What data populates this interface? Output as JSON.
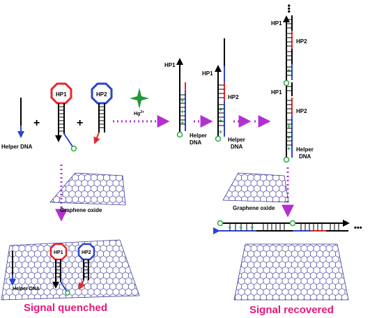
{
  "labels": {
    "helper_dna": "Helper DNA",
    "hp1": "HP1",
    "hp2": "HP2",
    "hg_base": "Hg",
    "hg_sup": "2+",
    "helper_line1": "Helper",
    "helper_line2": "DNA",
    "graphene_oxide": "Graphene oxide",
    "signal_quenched": "Signal quenched",
    "signal_recovered": "Signal recovered",
    "plus": "+",
    "ellipsis": "•••"
  },
  "colors": {
    "black_strand": "#000000",
    "hp1_red": "#e8262b",
    "hp2_blue": "#2b45c8",
    "arrow_purple": "#b22fd0",
    "fluor_green": "#2aa548",
    "graphene_lattice": "#3c3a9c",
    "signal_text": "#e6177a",
    "mercury_star": "#1f9a3a"
  }
}
